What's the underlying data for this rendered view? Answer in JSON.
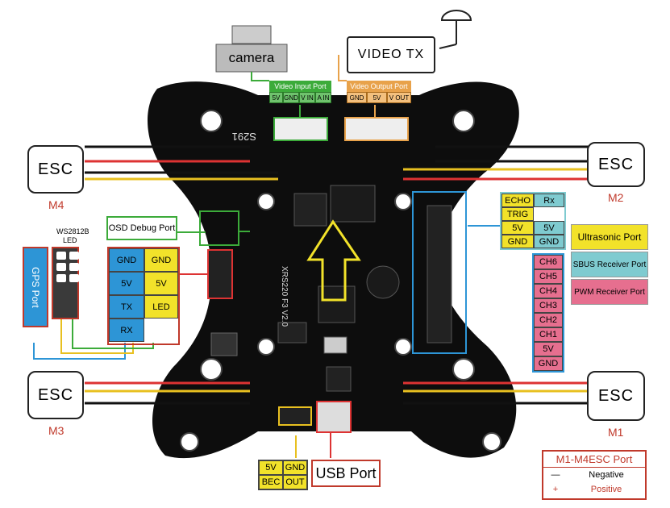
{
  "esc": {
    "label": "ESC",
    "m1": "M1",
    "m2": "M2",
    "m3": "M3",
    "m4": "M4"
  },
  "camera": {
    "label": "camera"
  },
  "video_tx": {
    "label": "VIDEO TX"
  },
  "video_input_port": {
    "title": "Video Input Port",
    "pins": [
      "5V",
      "GND",
      "V IN",
      "A IN"
    ]
  },
  "video_output_port": {
    "title": "Video Output Port",
    "pins": [
      "GND",
      "5V",
      "V OUT"
    ]
  },
  "osd_debug_port": {
    "label": "OSD Debug Port"
  },
  "gps": {
    "label": "GPS Port",
    "led_title_1": "WS2812B",
    "led_title_2": "LED",
    "left_pins": [
      "GND",
      "5V",
      "TX",
      "RX"
    ],
    "right_pins": [
      "GND",
      "5V",
      "LED"
    ]
  },
  "ultrasonic": {
    "left": [
      "ECHO",
      "TRIG",
      "5V",
      "GND"
    ],
    "right": [
      "Rx",
      "5V",
      "GND"
    ],
    "pwm": [
      "CH6",
      "CH5",
      "CH4",
      "CH3",
      "CH2",
      "CH1",
      "5V",
      "GND"
    ]
  },
  "legend": {
    "ultrasonic": "Ultrasonic Port",
    "sbus": "SBUS Receiver Port",
    "pwm": "PWM Receiver Port"
  },
  "bec": {
    "top": [
      "5V",
      "GND"
    ],
    "bottom": [
      "BEC",
      "OUT"
    ]
  },
  "usb": {
    "label": "USB Port"
  },
  "esc_port": {
    "title": "M1-M4ESC Port",
    "negative_sign": "—",
    "negative": "Negative",
    "positive_sign": "+",
    "positive": "Positive"
  },
  "board_text": {
    "model": "XRS220 F3 V2.0",
    "silk": "S291"
  },
  "colors": {
    "green": "#3cab3a",
    "orange": "#e8a24b",
    "yellow": "#f2e22a",
    "blue": "#2d95d6",
    "red": "#c0392b",
    "pink": "#e66f8f",
    "teal": "#7fcbd0"
  }
}
